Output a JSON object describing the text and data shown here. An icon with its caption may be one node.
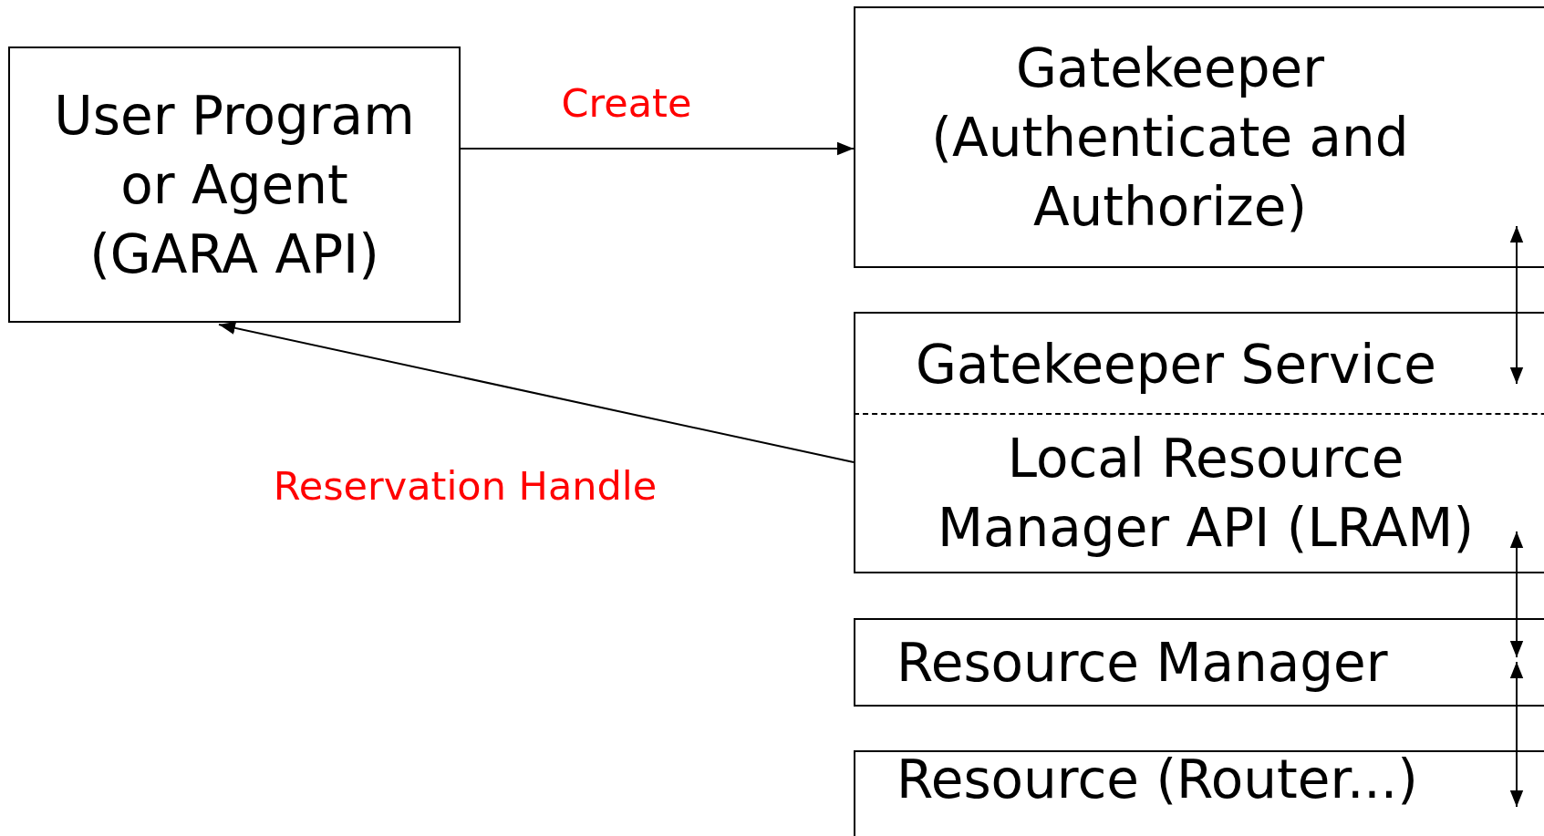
{
  "diagram": {
    "nodes": [
      {
        "text": [
          "User Program or Agent (GARA API)"
        ]
      },
      {
        "text": [
          "Gatekeeper (Authenticate and Authorize)"
        ]
      },
      {
        "text": [
          "Gatekeeper Service"
        ]
      },
      {
        "text": [
          "Local Resource Manager API (LRAM)"
        ]
      },
      {
        "text": [
          "Resource Manager"
        ]
      },
      {
        "text": [
          "Resource (Router...)"
        ]
      }
    ],
    "edges": [
      {
        "from": 0,
        "to": 1,
        "arrow": "to",
        "label": "Create"
      },
      {
        "from": 3,
        "to": 0,
        "arrow": "to",
        "label": "Reservation Handle"
      },
      {
        "from": 1,
        "to": 2,
        "arrow": "both"
      },
      {
        "from": 3,
        "to": 4,
        "arrow": "both"
      },
      {
        "from": 4,
        "to": 5,
        "arrow": "both"
      }
    ]
  }
}
